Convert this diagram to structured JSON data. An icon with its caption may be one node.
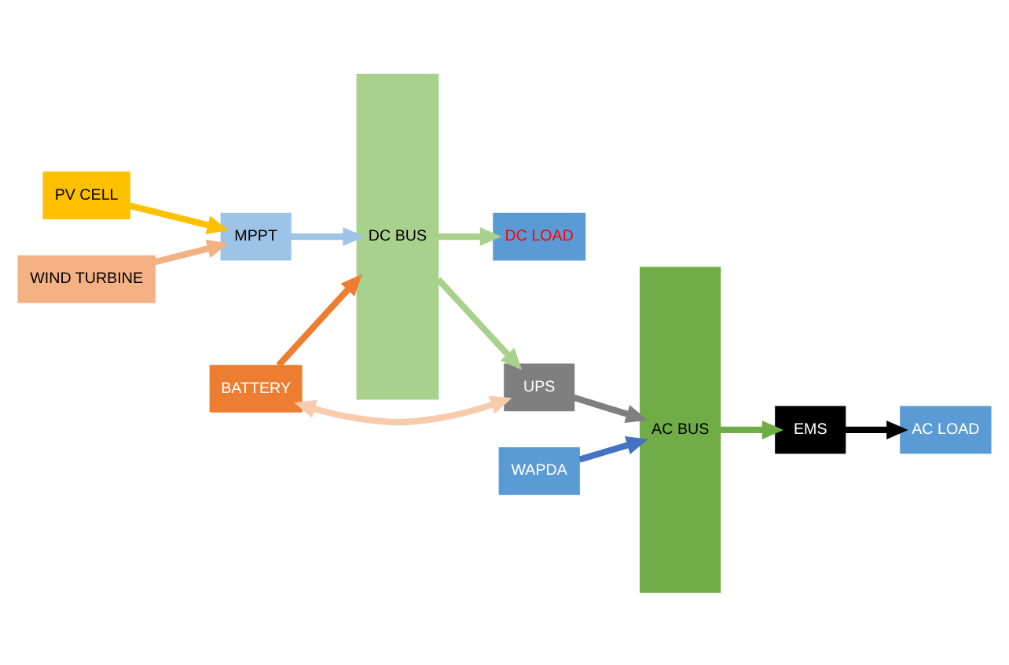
{
  "diagram": {
    "nodes": [
      {
        "text": [
          "PV CELL"
        ]
      },
      {
        "text": [
          "MPPT"
        ]
      },
      {
        "text": [
          "WIND TURBINE"
        ]
      },
      {
        "text": [
          "DC BUS"
        ]
      },
      {
        "text": [
          "UPS"
        ]
      },
      {
        "text": [
          "AC BUS"
        ]
      },
      {
        "text": [
          "EMS"
        ]
      },
      {
        "text": [
          "AC LOAD"
        ]
      },
      {
        "text": [
          "BATTERY"
        ]
      },
      {
        "text": [
          "WAPDA"
        ]
      },
      {
        "text": [
          "DC LOAD"
        ]
      }
    ],
    "edges": [
      {
        "from": 0,
        "to": 1,
        "arrow": "to",
        "color": "#ffc000"
      },
      {
        "from": 2,
        "to": 1,
        "arrow": "to",
        "color": "#f4b183"
      },
      {
        "from": 1,
        "to": 3,
        "arrow": "to",
        "color": "#9dc3e6"
      },
      {
        "from": 3,
        "to": 4,
        "arrow": "to",
        "color": "#a9d18e"
      },
      {
        "from": 4,
        "to": 5,
        "arrow": "to",
        "color": "#7f7f7f"
      },
      {
        "from": 5,
        "to": 6,
        "arrow": "to",
        "color": "#70ad47"
      },
      {
        "from": 6,
        "to": 7,
        "arrow": "to",
        "color": "#000000"
      },
      {
        "from": 8,
        "to": 4,
        "arrow": "both",
        "color": "#f8cbad"
      },
      {
        "from": 8,
        "to": 3,
        "arrow": "to",
        "color": "#ed7d31"
      },
      {
        "from": 9,
        "to": 5,
        "arrow": "to",
        "color": "#4472c4"
      },
      {
        "from": 3,
        "to": 10,
        "arrow": "to",
        "color": "#a9d18e"
      }
    ]
  }
}
